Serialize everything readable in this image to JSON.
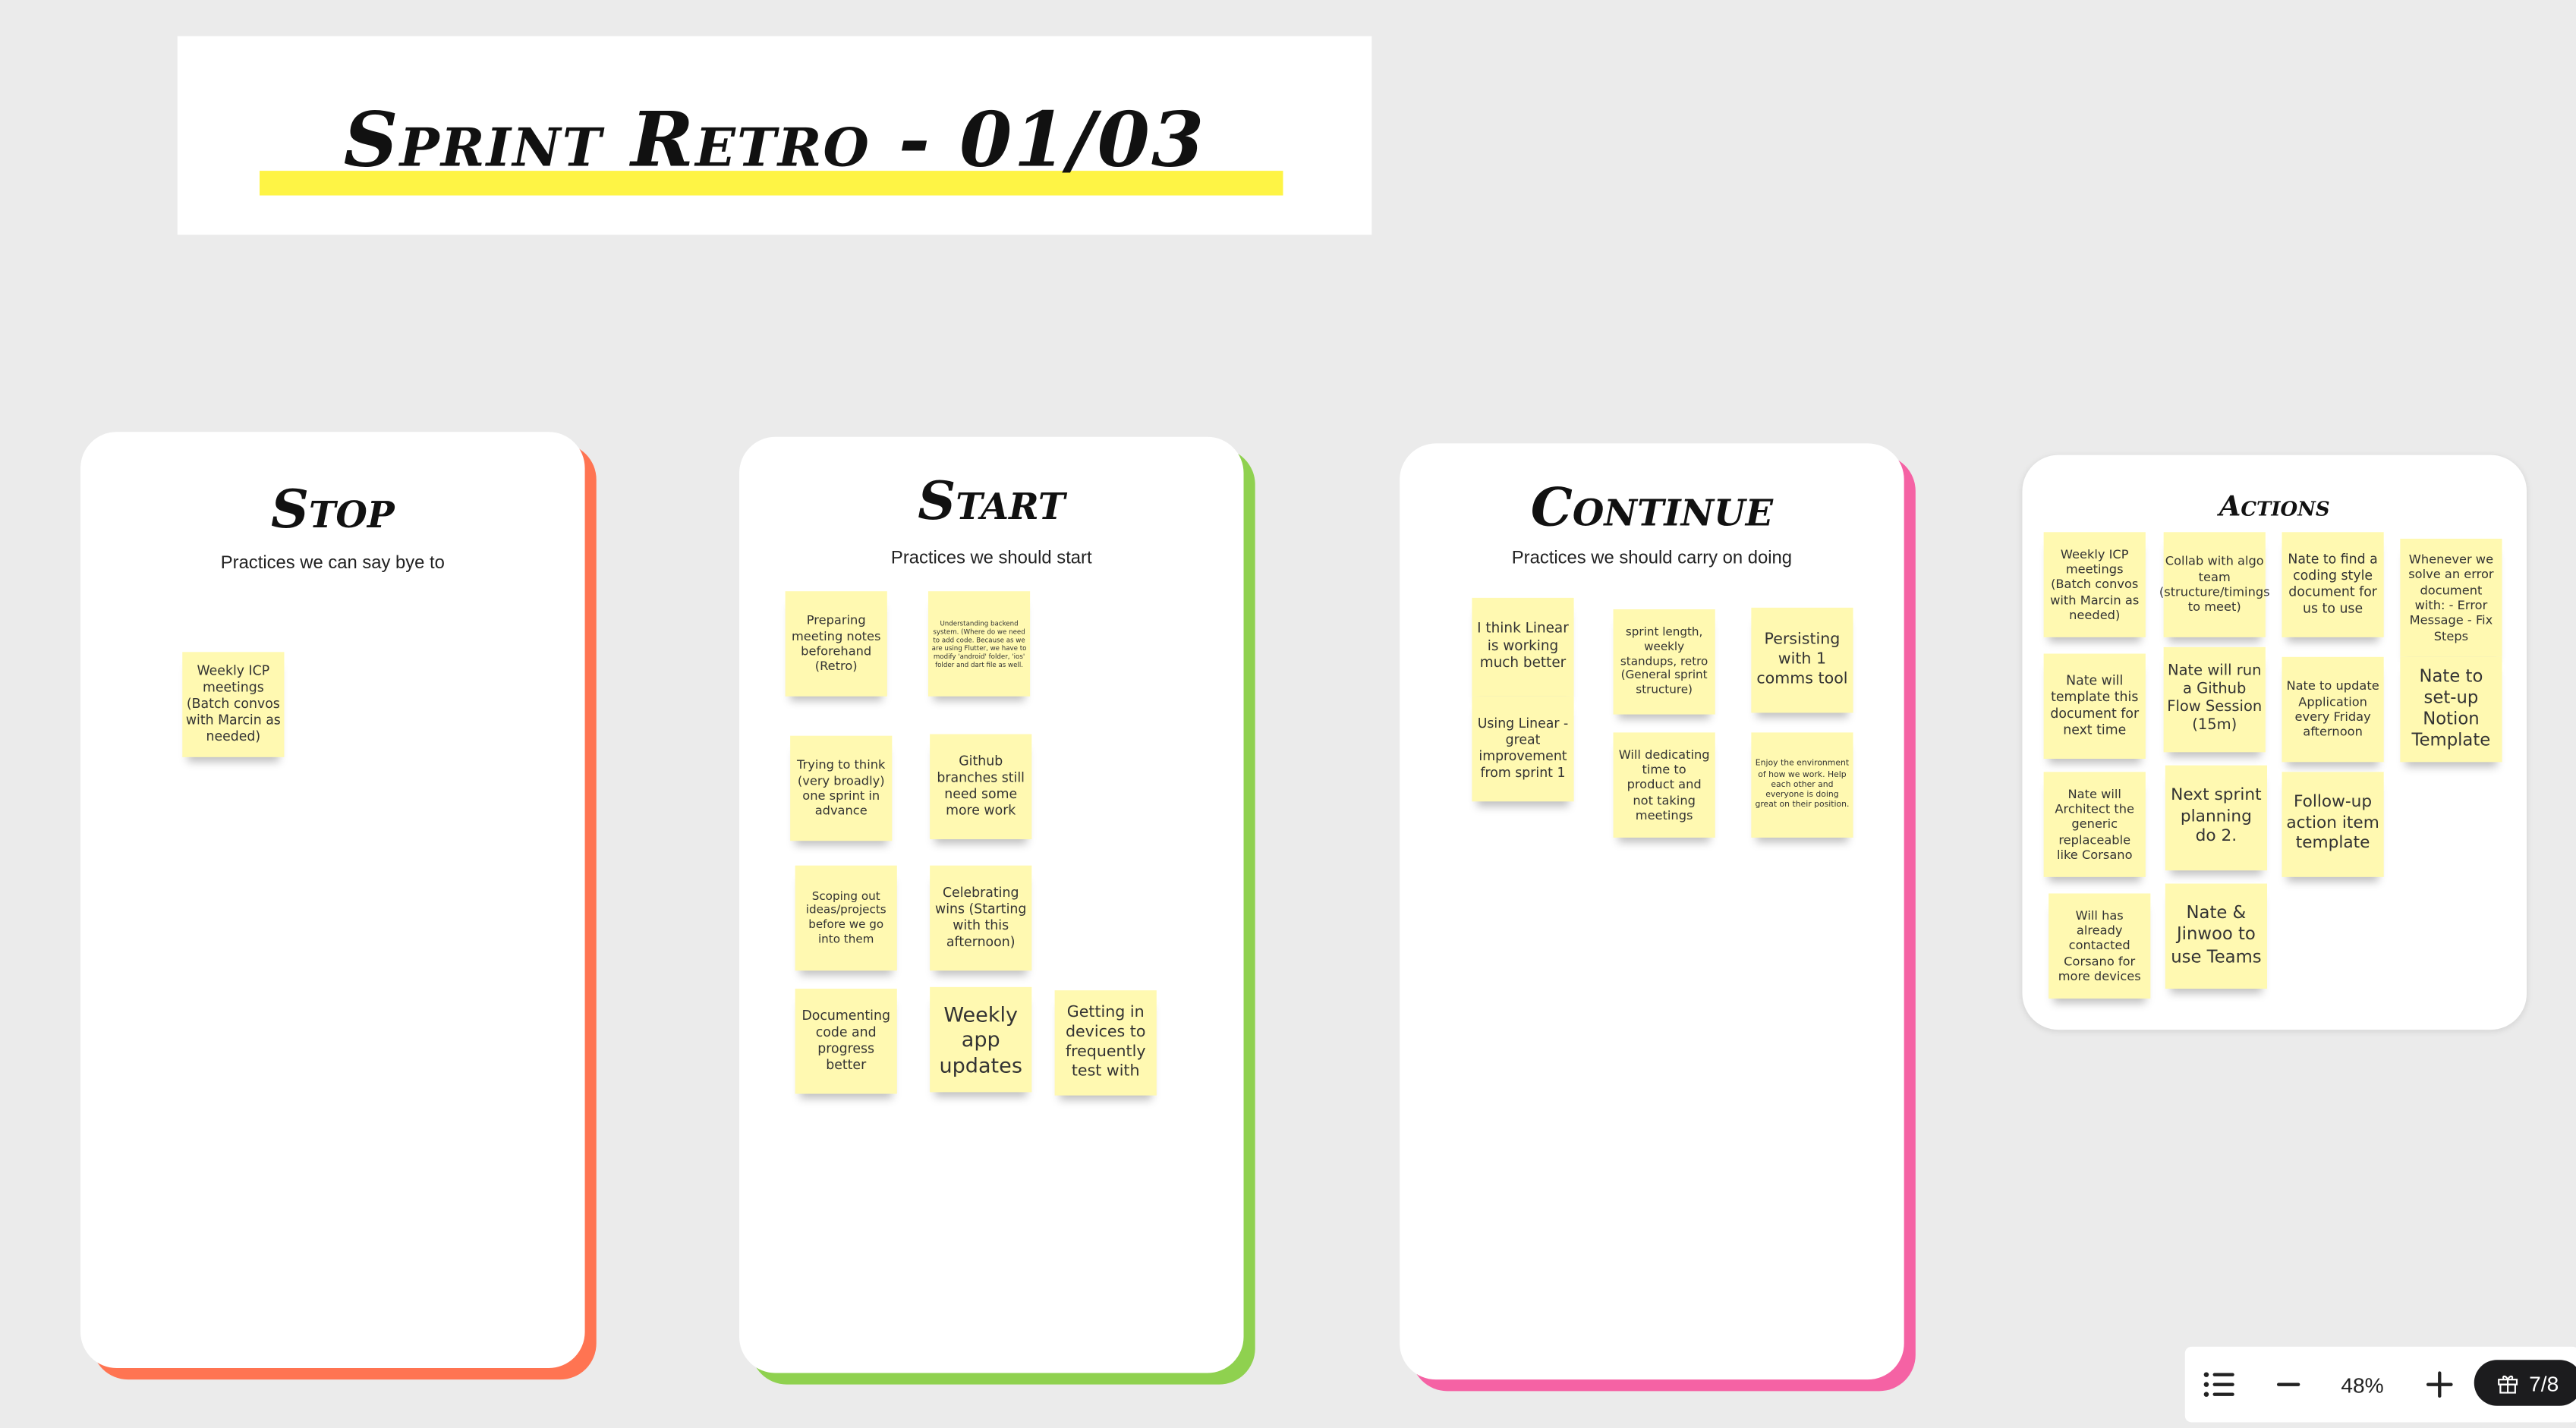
{
  "title": "Sprint Retro - 01/03",
  "columns": [
    {
      "id": "stop",
      "heading": "Stop",
      "subtitle": "Practices we can say bye to",
      "accent": "#ff7452",
      "notes": [
        "Weekly ICP meetings (Batch convos with Marcin as needed)"
      ]
    },
    {
      "id": "start",
      "heading": "Start",
      "subtitle": "Practices we should start",
      "accent": "#8fd14f",
      "notes": [
        "Preparing meeting notes beforehand (Retro)",
        "Understanding backend system. (Where do we need to add code. Because as we are using Flutter, we have to modify 'android' folder, 'ios' folder and dart file as well.",
        "Trying to think (very broadly) one sprint in advance",
        "Github branches still need some more work",
        "Scoping out ideas/projects before we go into them",
        "Celebrating wins (Starting with this afternoon)",
        "Documenting code and progress better",
        "Weekly app updates",
        "Getting in devices to frequently test with"
      ]
    },
    {
      "id": "continue",
      "heading": "Continue",
      "subtitle": "Practices we should carry on doing",
      "accent": "#f562a4",
      "notes": [
        "I think Linear is working much better",
        "Using Linear - great improvement from sprint 1",
        "sprint length, weekly standups, retro (General sprint structure)",
        "Persisting with 1 comms tool",
        "Will dedicating time to product and not taking meetings",
        "Enjoy the environment of how we work. Help each other and everyone is doing great on their position."
      ]
    },
    {
      "id": "actions",
      "heading": "Actions",
      "subtitle": "",
      "accent": "#cccccc",
      "notes": [
        "Weekly ICP meetings (Batch convos with Marcin as needed)",
        "Collab with algo team (structure/timings to meet)",
        "Nate to find a coding style document for us to use",
        "Whenever we solve an error document with: - Error Message - Fix Steps",
        "Nate will template this document for next time",
        "Nate will run a Github Flow Session (15m)",
        "Nate to update Application every Friday afternoon",
        "Nate to set-up Notion Template",
        "Nate will Architect the generic replaceable like Corsano",
        "Next sprint planning do 2.",
        "Follow-up action item template",
        "Will has already contacted Corsano for more devices",
        "Nate & Jinwoo to use Teams"
      ]
    }
  ],
  "toolbar": {
    "zoom": "48%",
    "page_counter": "7/8",
    "icons": [
      "list-icon",
      "zoom-out-icon",
      "zoom-in-icon",
      "gift-icon"
    ]
  },
  "colors": {
    "sticky": "#fff9b1",
    "highlight": "#fef445",
    "background": "#ebebeb"
  }
}
